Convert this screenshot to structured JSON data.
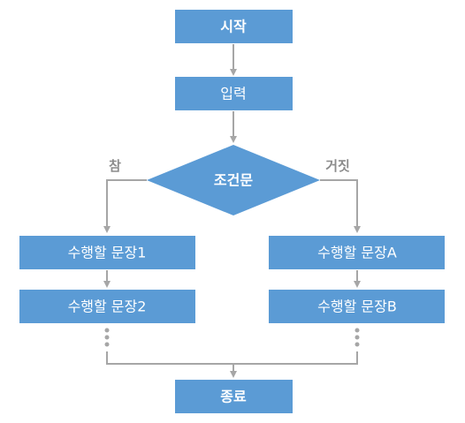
{
  "flowchart": {
    "start": "시작",
    "input": "입력",
    "condition": "조건문",
    "true_label": "참",
    "false_label": "거짓",
    "true_branch": [
      "수행할 문장1",
      "수행할 문장2"
    ],
    "false_branch": [
      "수행할 문장A",
      "수행할 문장B"
    ],
    "end": "종료"
  },
  "colors": {
    "node_fill": "#5b9bd5",
    "node_text": "#ffffff",
    "connector": "#a6a6a6",
    "branch_label": "#8c8c8c"
  }
}
